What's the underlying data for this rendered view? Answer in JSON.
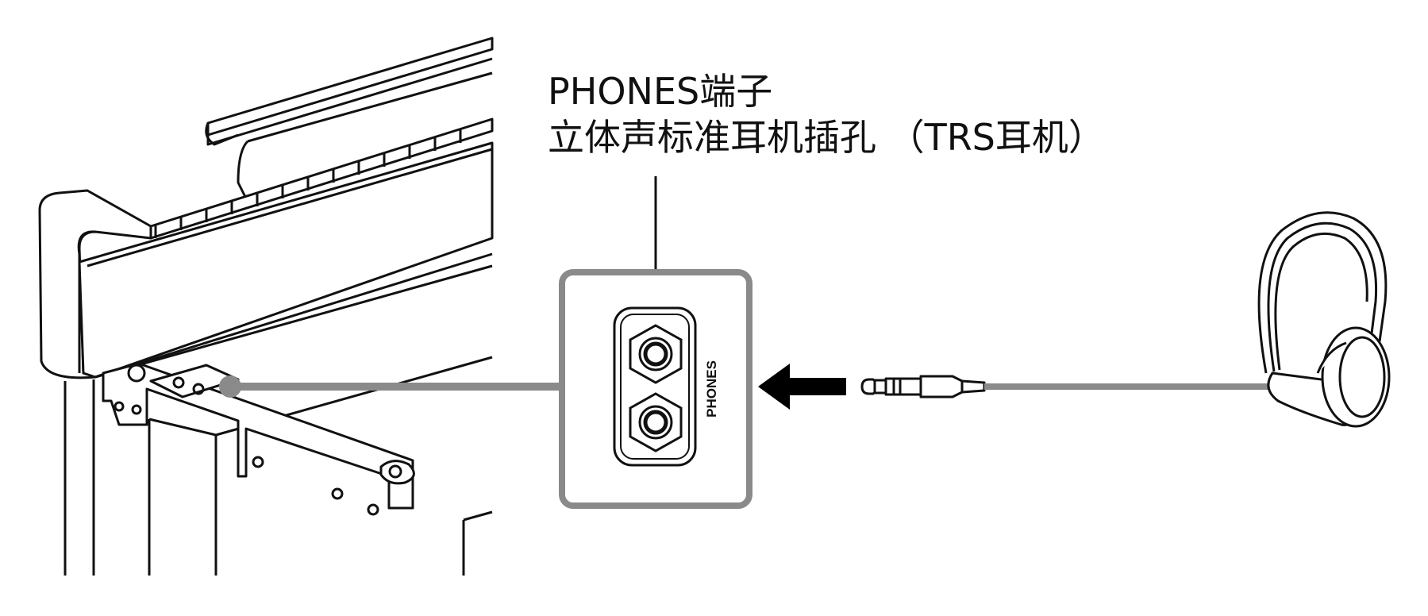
{
  "callout": {
    "line1": "PHONES端子",
    "line2": "立体声标准耳机插孔 （TRS耳机）"
  },
  "panel": {
    "jack_label": "PHONES"
  },
  "colors": {
    "outline": "#111111",
    "connector_gray": "#8a8a8a",
    "panel_border": "#8a8a8a",
    "arrow": "#000000",
    "background": "#ffffff"
  }
}
